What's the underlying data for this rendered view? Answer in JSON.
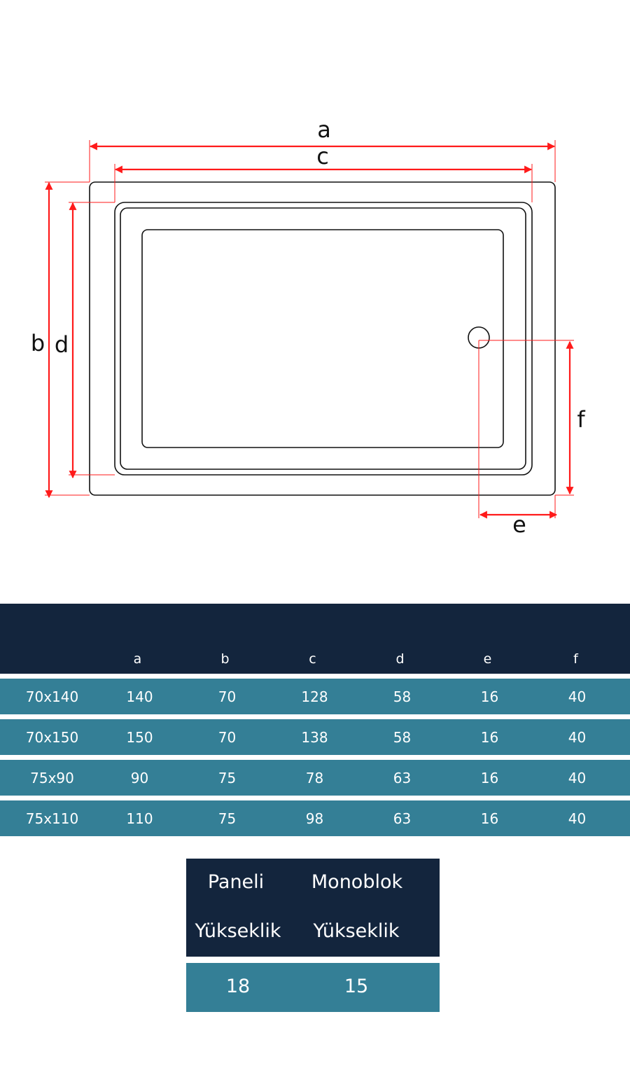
{
  "diagram": {
    "labels": {
      "a": "a",
      "b": "b",
      "c": "c",
      "d": "d",
      "e": "e",
      "f": "f"
    },
    "colors": {
      "dimension": "#ff1a1a",
      "outline": "#111111"
    }
  },
  "dimensions_table": {
    "headers": [
      "",
      "a",
      "b",
      "c",
      "d",
      "e",
      "f"
    ],
    "rows": [
      [
        "70x140",
        "140",
        "70",
        "128",
        "58",
        "16",
        "40"
      ],
      [
        "70x150",
        "150",
        "70",
        "138",
        "58",
        "16",
        "40"
      ],
      [
        "75x90",
        "90",
        "75",
        "78",
        "63",
        "16",
        "40"
      ],
      [
        "75x110",
        "110",
        "75",
        "98",
        "63",
        "16",
        "40"
      ]
    ],
    "colors": {
      "header": "#13253d",
      "row": "#347f96"
    }
  },
  "height_table": {
    "columns": [
      {
        "line1": "Paneli",
        "line2": "Yükseklik",
        "value": "18"
      },
      {
        "line1": "Monoblok",
        "line2": "Yükseklik",
        "value": "15"
      }
    ]
  }
}
